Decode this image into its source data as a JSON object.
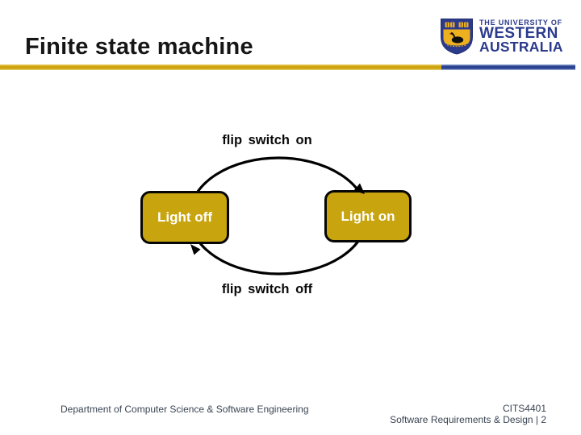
{
  "slide": {
    "title": "Finite state machine"
  },
  "logo": {
    "tagline": "THE UNIVERSITY OF",
    "name_line1": "WESTERN",
    "name_line2": "AUSTRALIA"
  },
  "diagram": {
    "type": "state-machine",
    "states": [
      {
        "label": "Light off"
      },
      {
        "label": "Light on"
      }
    ],
    "transitions": [
      {
        "label": "flip switch on",
        "from": "Light off",
        "to": "Light on"
      },
      {
        "label": "flip switch off",
        "from": "Light on",
        "to": "Light off"
      }
    ],
    "colors": {
      "state_fill": "#C8A40F",
      "state_border": "#060606",
      "arrow": "#000000",
      "state_text": "#FFFFFF"
    }
  },
  "footer": {
    "department": "Department of Computer Science & Software Engineering",
    "course_code": "CITS4401",
    "course_name": "Software Requirements & Design | 2"
  },
  "theme": {
    "gold": "#D2A712",
    "blue": "#2C4596",
    "logo_navy": "#2B3A8C",
    "footer_text": "#3A4553"
  }
}
